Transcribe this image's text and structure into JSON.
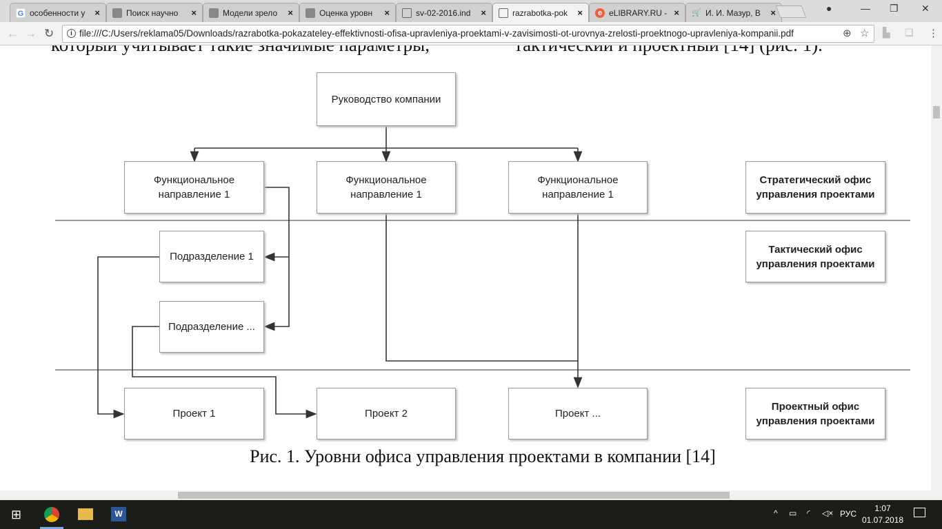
{
  "browser": {
    "tabs": [
      {
        "title": "особенности у",
        "icon": "google-icon"
      },
      {
        "title": "Поиск научно",
        "icon": "site-icon"
      },
      {
        "title": "Модели зрело",
        "icon": "site-icon"
      },
      {
        "title": "Оценка уровн",
        "icon": "site-icon"
      },
      {
        "title": "sv-02-2016.ind",
        "icon": "document-icon"
      },
      {
        "title": "razrabotka-pok",
        "icon": "document-icon"
      },
      {
        "title": "eLIBRARY.RU -",
        "icon": "elibrary-icon"
      },
      {
        "title": "И. И. Мазур, В",
        "icon": "cart-icon"
      }
    ],
    "close": "×",
    "url": "file:///C:/Users/reklama05/Downloads/razrabotka-pokazateley-effektivnosti-ofisa-upravleniya-proektami-v-zavisimosti-ot-urovnya-zrelosti-proektnogo-upravleniya-kompanii.pdf"
  },
  "document": {
    "top_left": "который учитывает такие значимые параметры,",
    "top_right": "тактический и проектный [14] (рис. 1).",
    "diagram": {
      "root": "Руководство компании",
      "functional": [
        "Функциональное направление 1",
        "Функциональное направление 1",
        "Функциональное направление 1"
      ],
      "divisions": [
        "Подразделение 1",
        "Подразделение ..."
      ],
      "projects": [
        "Проект 1",
        "Проект 2",
        "Проект ..."
      ],
      "levels": [
        "Стратегический офис управления проектами",
        "Тактический офис управления проектами",
        "Проектный офис управления проектами"
      ]
    },
    "caption": "Рис. 1. Уровни офиса управления проектами в компании [14]"
  },
  "taskbar": {
    "lang": "РУС",
    "time": "1:07",
    "date": "01.07.2018"
  }
}
